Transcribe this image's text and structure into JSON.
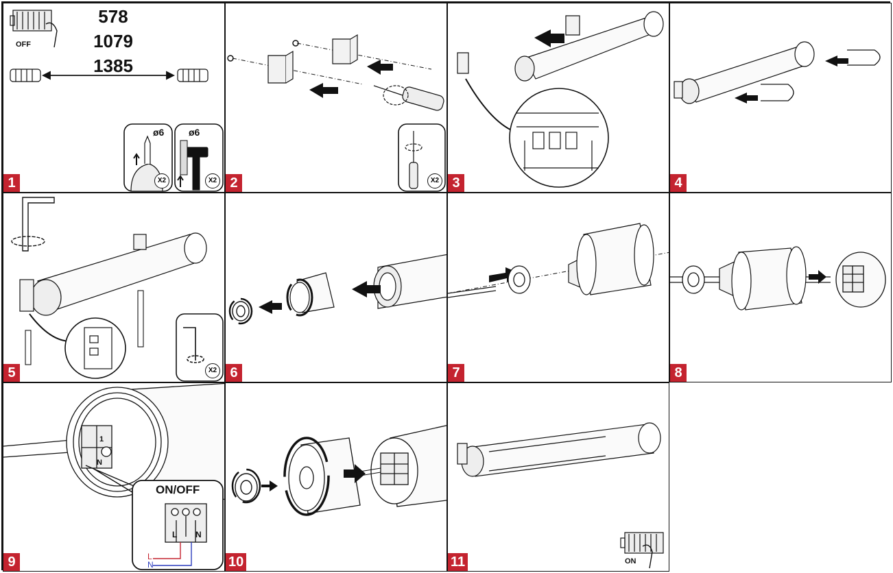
{
  "steps": [
    {
      "label": "1"
    },
    {
      "label": "2"
    },
    {
      "label": "3"
    },
    {
      "label": "4"
    },
    {
      "label": "5"
    },
    {
      "label": "6"
    },
    {
      "label": "7"
    },
    {
      "label": "8"
    },
    {
      "label": "9"
    },
    {
      "label": "10"
    },
    {
      "label": "11"
    }
  ],
  "step1": {
    "dimensions": [
      "578",
      "1079",
      "1385"
    ],
    "switch_label": "OFF",
    "drill_size": "ø6",
    "plug_size": "ø6",
    "drill_qty": "X2",
    "hammer_qty": "X2"
  },
  "step2": {
    "screwdriver_qty": "X2"
  },
  "step5": {
    "hexkey_qty": "X2"
  },
  "step9": {
    "switch_title": "ON/OFF",
    "terminal_1": "1",
    "terminal_n": "N",
    "wire_l": "L",
    "wire_n": "N",
    "live_color": "#c4232f",
    "neutral_color": "#2a3bbd"
  },
  "step11": {
    "switch_label": "ON"
  },
  "colors": {
    "step_badge": "#c4232f",
    "line": "#111111"
  },
  "icons": [
    "breaker-icon",
    "drill-icon",
    "hammer-icon",
    "screwdriver-icon",
    "hex-key-icon",
    "tube-motor-icon",
    "arrow-icon",
    "rotate-icon"
  ]
}
